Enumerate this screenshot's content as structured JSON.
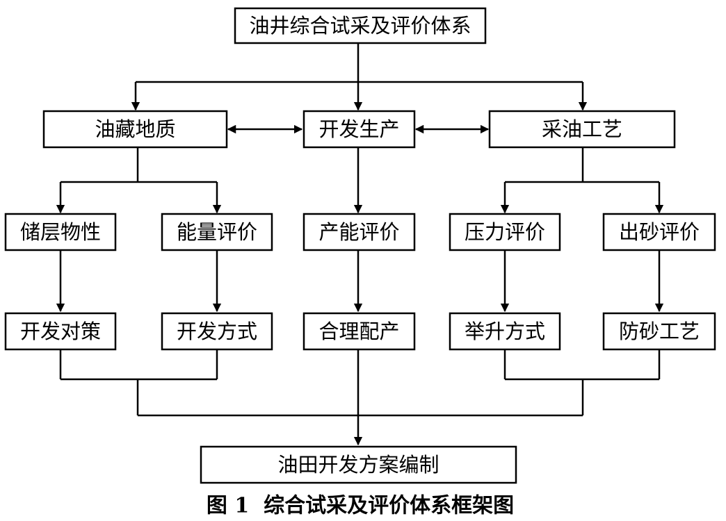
{
  "nodes": {
    "top": "油井综合试采及评价体系",
    "geology": "油藏地质",
    "production": "开发生产",
    "technology": "采油工艺",
    "reservoir_props": "储层物性",
    "energy_eval": "能量评价",
    "capacity_eval": "产能评价",
    "pressure_eval": "压力评价",
    "sand_eval": "出砂评价",
    "dev_strategy": "开发对策",
    "dev_method": "开发方式",
    "rational_alloc": "合理配产",
    "lift_method": "举升方式",
    "sand_control": "防砂工艺",
    "final_plan": "油田开发方案编制"
  },
  "caption": "图 1  综合试采及评价体系框架图",
  "colors": {
    "stroke": "#000000",
    "background": "#ffffff"
  }
}
